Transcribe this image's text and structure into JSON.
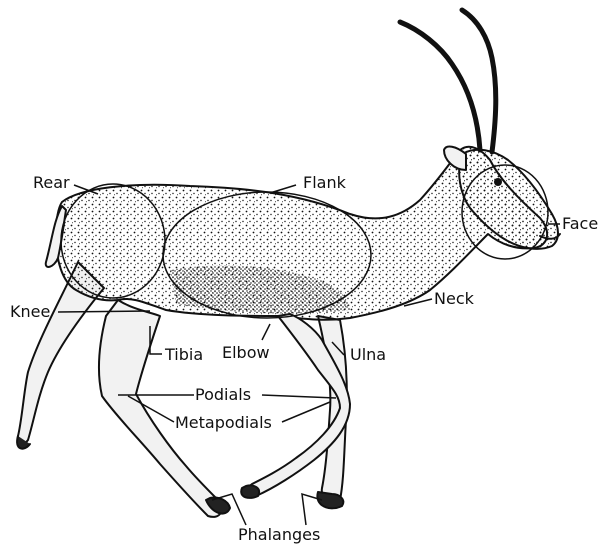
{
  "diagram": {
    "subject": "antelope-anatomy",
    "colors": {
      "ink": "#111111",
      "background": "#ffffff",
      "fur_light": "#f2f2f2",
      "fur_dark": "#222222"
    },
    "labels": {
      "rear": "Rear",
      "flank": "Flank",
      "face": "Face",
      "knee": "Knee",
      "neck": "Neck",
      "tibia": "Tibia",
      "elbow": "Elbow",
      "ulna": "Ulna",
      "podials": "Podials",
      "metapodials": "Metapodials",
      "phalanges": "Phalanges"
    }
  }
}
